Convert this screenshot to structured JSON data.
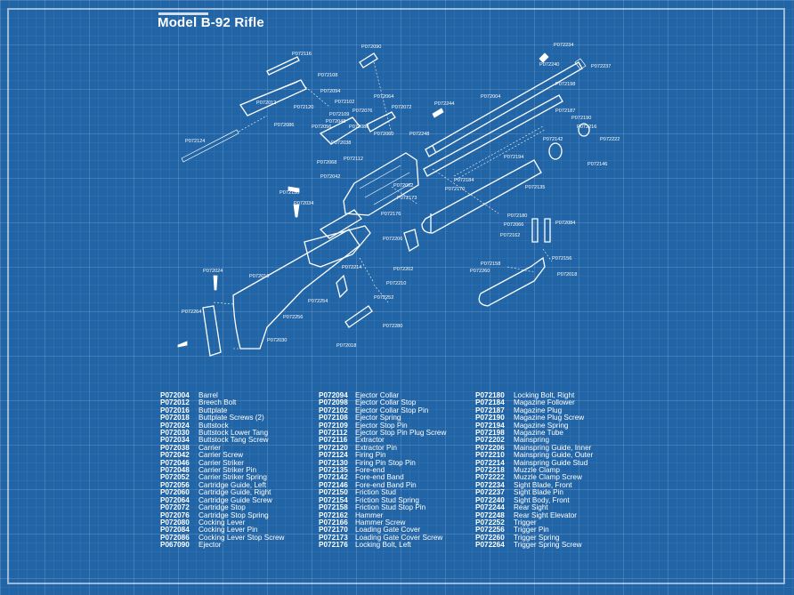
{
  "title": "Model B-92 Rifle",
  "callouts": [
    {
      "id": "c1",
      "label": "P072116"
    },
    {
      "id": "c2",
      "label": "P072090"
    },
    {
      "id": "c3",
      "label": "P072108"
    },
    {
      "id": "c4",
      "label": "P072094"
    },
    {
      "id": "c5",
      "label": "P072102"
    },
    {
      "id": "c6",
      "label": "P072012"
    },
    {
      "id": "c7",
      "label": "P072120"
    },
    {
      "id": "c8",
      "label": "P072109"
    },
    {
      "id": "c9",
      "label": "P072064"
    },
    {
      "id": "c10",
      "label": "P072072"
    },
    {
      "id": "c11",
      "label": "P072076"
    },
    {
      "id": "c12",
      "label": "P072048"
    },
    {
      "id": "c13",
      "label": "P072086"
    },
    {
      "id": "c14",
      "label": "P072056"
    },
    {
      "id": "c15",
      "label": "P072080"
    },
    {
      "id": "c16",
      "label": "P072038"
    },
    {
      "id": "c17",
      "label": "P072124"
    },
    {
      "id": "c18",
      "label": "P072060"
    },
    {
      "id": "c19",
      "label": "P072248"
    },
    {
      "id": "c20",
      "label": "P072244"
    },
    {
      "id": "c21",
      "label": "P072004"
    },
    {
      "id": "c22",
      "label": "P072234"
    },
    {
      "id": "c23",
      "label": "P072240"
    },
    {
      "id": "c24",
      "label": "P072237"
    },
    {
      "id": "c25",
      "label": "P072198"
    },
    {
      "id": "c26",
      "label": "P072187"
    },
    {
      "id": "c27",
      "label": "P072190"
    },
    {
      "id": "c28",
      "label": "P072216"
    },
    {
      "id": "c29",
      "label": "P072222"
    },
    {
      "id": "c30",
      "label": "P072142"
    },
    {
      "id": "c31",
      "label": "P072146"
    },
    {
      "id": "c32",
      "label": "P072194"
    },
    {
      "id": "c33",
      "label": "P072068"
    },
    {
      "id": "c34",
      "label": "P072112"
    },
    {
      "id": "c35",
      "label": "P072042"
    },
    {
      "id": "c36",
      "label": "P072150"
    },
    {
      "id": "c37",
      "label": "P072034"
    },
    {
      "id": "c38",
      "label": "P072184"
    },
    {
      "id": "c39",
      "label": "P072170"
    },
    {
      "id": "c40",
      "label": "P072135"
    },
    {
      "id": "c41",
      "label": "P072062"
    },
    {
      "id": "c42",
      "label": "P072173"
    },
    {
      "id": "c43",
      "label": "P072176"
    },
    {
      "id": "c44",
      "label": "P072180"
    },
    {
      "id": "c45",
      "label": "P072084"
    },
    {
      "id": "c46",
      "label": "P072066"
    },
    {
      "id": "c47",
      "label": "P072162"
    },
    {
      "id": "c48",
      "label": "P072206"
    },
    {
      "id": "c49",
      "label": "P072202"
    },
    {
      "id": "c50",
      "label": "P072210"
    },
    {
      "id": "c51",
      "label": "P072252"
    },
    {
      "id": "c52",
      "label": "P072214"
    },
    {
      "id": "c53",
      "label": "P072254"
    },
    {
      "id": "c54",
      "label": "P072158"
    },
    {
      "id": "c55",
      "label": "P072260"
    },
    {
      "id": "c56",
      "label": "P072156"
    },
    {
      "id": "c57",
      "label": "P072018"
    },
    {
      "id": "c58",
      "label": "P072024"
    },
    {
      "id": "c59",
      "label": "P072016"
    },
    {
      "id": "c60",
      "label": "P072264"
    },
    {
      "id": "c61",
      "label": "P072256"
    },
    {
      "id": "c62",
      "label": "P072280"
    },
    {
      "id": "c63",
      "label": "P072030"
    },
    {
      "id": "c64",
      "label": "P072018"
    }
  ],
  "parts_list": {
    "col1": [
      {
        "num": "P072004",
        "name": "Barrel"
      },
      {
        "num": "P072012",
        "name": "Breech Bolt"
      },
      {
        "num": "P072016",
        "name": "Buttplate"
      },
      {
        "num": "P072018",
        "name": "Buttplate Screws (2)"
      },
      {
        "num": "P072024",
        "name": "Buttstock"
      },
      {
        "num": "P072030",
        "name": "Buttstock Lower Tang"
      },
      {
        "num": "P072034",
        "name": "Buttstock Tang Screw"
      },
      {
        "num": "P072038",
        "name": "Carrier"
      },
      {
        "num": "P072042",
        "name": "Carrier Screw"
      },
      {
        "num": "P072046",
        "name": "Carrier Striker"
      },
      {
        "num": "P072048",
        "name": "Carrier Striker Pin"
      },
      {
        "num": "P072052",
        "name": "Carrier Striker Spring"
      },
      {
        "num": "P072056",
        "name": "Cartridge Guide, Left"
      },
      {
        "num": "P072060",
        "name": "Cartridge Guide, Right"
      },
      {
        "num": "P072064",
        "name": "Cartridge Guide Screw"
      },
      {
        "num": "P072072",
        "name": "Cartridge Stop"
      },
      {
        "num": "P072076",
        "name": "Cartridge Stop Spring"
      },
      {
        "num": "P072080",
        "name": "Cocking Lever"
      },
      {
        "num": "P072084",
        "name": "Cocking Lever Pin"
      },
      {
        "num": "P072086",
        "name": "Cocking Lever Stop Screw"
      },
      {
        "num": "P067090",
        "name": "Ejector"
      }
    ],
    "col2": [
      {
        "num": "P072094",
        "name": "Ejector Collar"
      },
      {
        "num": "P072098",
        "name": "Ejector Collar Stop"
      },
      {
        "num": "P072102",
        "name": "Ejector Collar Stop Pin"
      },
      {
        "num": "P072108",
        "name": "Ejector Spring"
      },
      {
        "num": "P072109",
        "name": "Ejector Stop Pin"
      },
      {
        "num": "P072112",
        "name": "Ejector Stop Pin Plug Screw"
      },
      {
        "num": "P072116",
        "name": "Extractor"
      },
      {
        "num": "P072120",
        "name": "Extractor Pin"
      },
      {
        "num": "P072124",
        "name": "Firing Pin"
      },
      {
        "num": "P072130",
        "name": "Firing Pin Stop Pin"
      },
      {
        "num": "P072135",
        "name": "Fore-end"
      },
      {
        "num": "P072142",
        "name": "Fore-end Band"
      },
      {
        "num": "P072146",
        "name": "Fore-end Band Pin"
      },
      {
        "num": "P072150",
        "name": "Friction Stud"
      },
      {
        "num": "P072154",
        "name": "Friction Stud Spring"
      },
      {
        "num": "P072158",
        "name": "Friction Stud Stop Pin"
      },
      {
        "num": "P072162",
        "name": "Hammer"
      },
      {
        "num": "P072166",
        "name": "Hammer Screw"
      },
      {
        "num": "P072170",
        "name": "Loading Gate Cover"
      },
      {
        "num": "P072173",
        "name": "Loading Gate Cover Screw"
      },
      {
        "num": "P072176",
        "name": "Locking Bolt, Left"
      }
    ],
    "col3": [
      {
        "num": "P072180",
        "name": "Locking Bolt, Right"
      },
      {
        "num": "P072184",
        "name": "Magazine Follower"
      },
      {
        "num": "P072187",
        "name": "Magazine Plug"
      },
      {
        "num": "P072190",
        "name": "Magazine Plug Screw"
      },
      {
        "num": "P072194",
        "name": "Magazine Spring"
      },
      {
        "num": "P072198",
        "name": "Magazine Tube"
      },
      {
        "num": "P072202",
        "name": "Mainspring"
      },
      {
        "num": "P072206",
        "name": "Mainspring Guide, Inner"
      },
      {
        "num": "P072210",
        "name": "Mainspring Guide, Outer"
      },
      {
        "num": "P072214",
        "name": "Mainspring Guide Stud"
      },
      {
        "num": "P072218",
        "name": "Muzzle Clamp"
      },
      {
        "num": "P072222",
        "name": "Muzzle Clamp Screw"
      },
      {
        "num": "P072234",
        "name": "Sight Blade, Front"
      },
      {
        "num": "P072237",
        "name": "Sight Blade Pin"
      },
      {
        "num": "P072240",
        "name": "Sight Body, Front"
      },
      {
        "num": "P072244",
        "name": "Rear Sight"
      },
      {
        "num": "P072248",
        "name": "Rear Sight Elevator"
      },
      {
        "num": "P072252",
        "name": "Trigger"
      },
      {
        "num": "P072256",
        "name": "Trigger Pin"
      },
      {
        "num": "P072260",
        "name": "Trigger Spring"
      },
      {
        "num": "P072264",
        "name": "Trigger Spring Screw"
      }
    ]
  }
}
